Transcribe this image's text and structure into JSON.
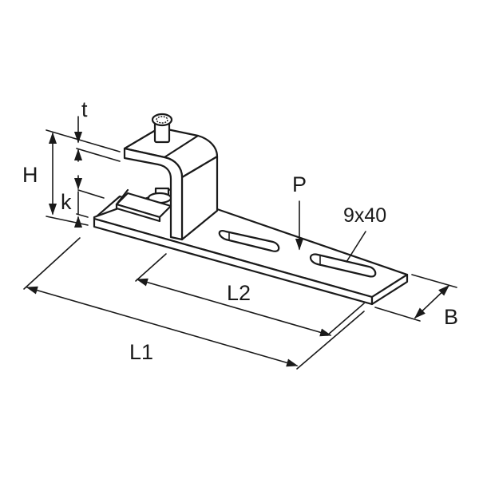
{
  "diagram": {
    "type": "technical-drawing",
    "subject": "beam clamp bracket with slotted base plate",
    "line_color": "#1a1a1a",
    "background": "#ffffff",
    "labels": {
      "thickness": "t",
      "height": "H",
      "clamp_gap": "k",
      "load": "P",
      "slot_size": "9x40",
      "length_overall": "L1",
      "length_slot_span": "L2",
      "width": "B"
    }
  }
}
